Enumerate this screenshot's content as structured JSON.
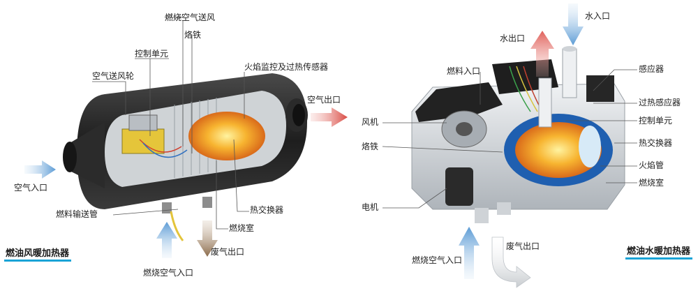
{
  "left_diagram": {
    "title": "燃油风暖加热器",
    "labels": {
      "combustion_air_fan": "燃烧空气送风",
      "glow_plug": "烙铁",
      "control_unit": "控制单元",
      "air_fan_wheel": "空气送风轮",
      "flame_sensor": "火焰监控及过热传感器",
      "air_outlet": "空气出口",
      "air_inlet": "空气入口",
      "fuel_pipe": "燃料输送管",
      "heat_exchanger": "热交换器",
      "combustion_chamber": "燃烧室",
      "exhaust_outlet": "废气出口",
      "combustion_air_inlet": "燃烧空气入口"
    }
  },
  "right_diagram": {
    "title": "燃油水暖加热器",
    "labels": {
      "water_inlet": "水入口",
      "water_outlet": "水出口",
      "fuel_inlet": "燃料入口",
      "sensor": "感应器",
      "overheat_sensor": "过热感应器",
      "control_unit": "控制单元",
      "fan": "风机",
      "glow_plug": "烙铁",
      "heat_exchanger": "热交换器",
      "flame_tube": "火焰管",
      "combustion_chamber": "燃烧室",
      "motor": "电机",
      "combustion_air_inlet": "燃烧空气入口",
      "exhaust_outlet": "废气出口"
    }
  },
  "colors": {
    "accent_underline": "#1aa3d6",
    "arrow_blue": "#5b9bd5",
    "arrow_red": "#e0605a",
    "arrow_brown": "#8a6a4a",
    "flame": "#f39a2a",
    "housing_dark": "#2a2a2a",
    "housing_light": "#d9dcdf"
  }
}
